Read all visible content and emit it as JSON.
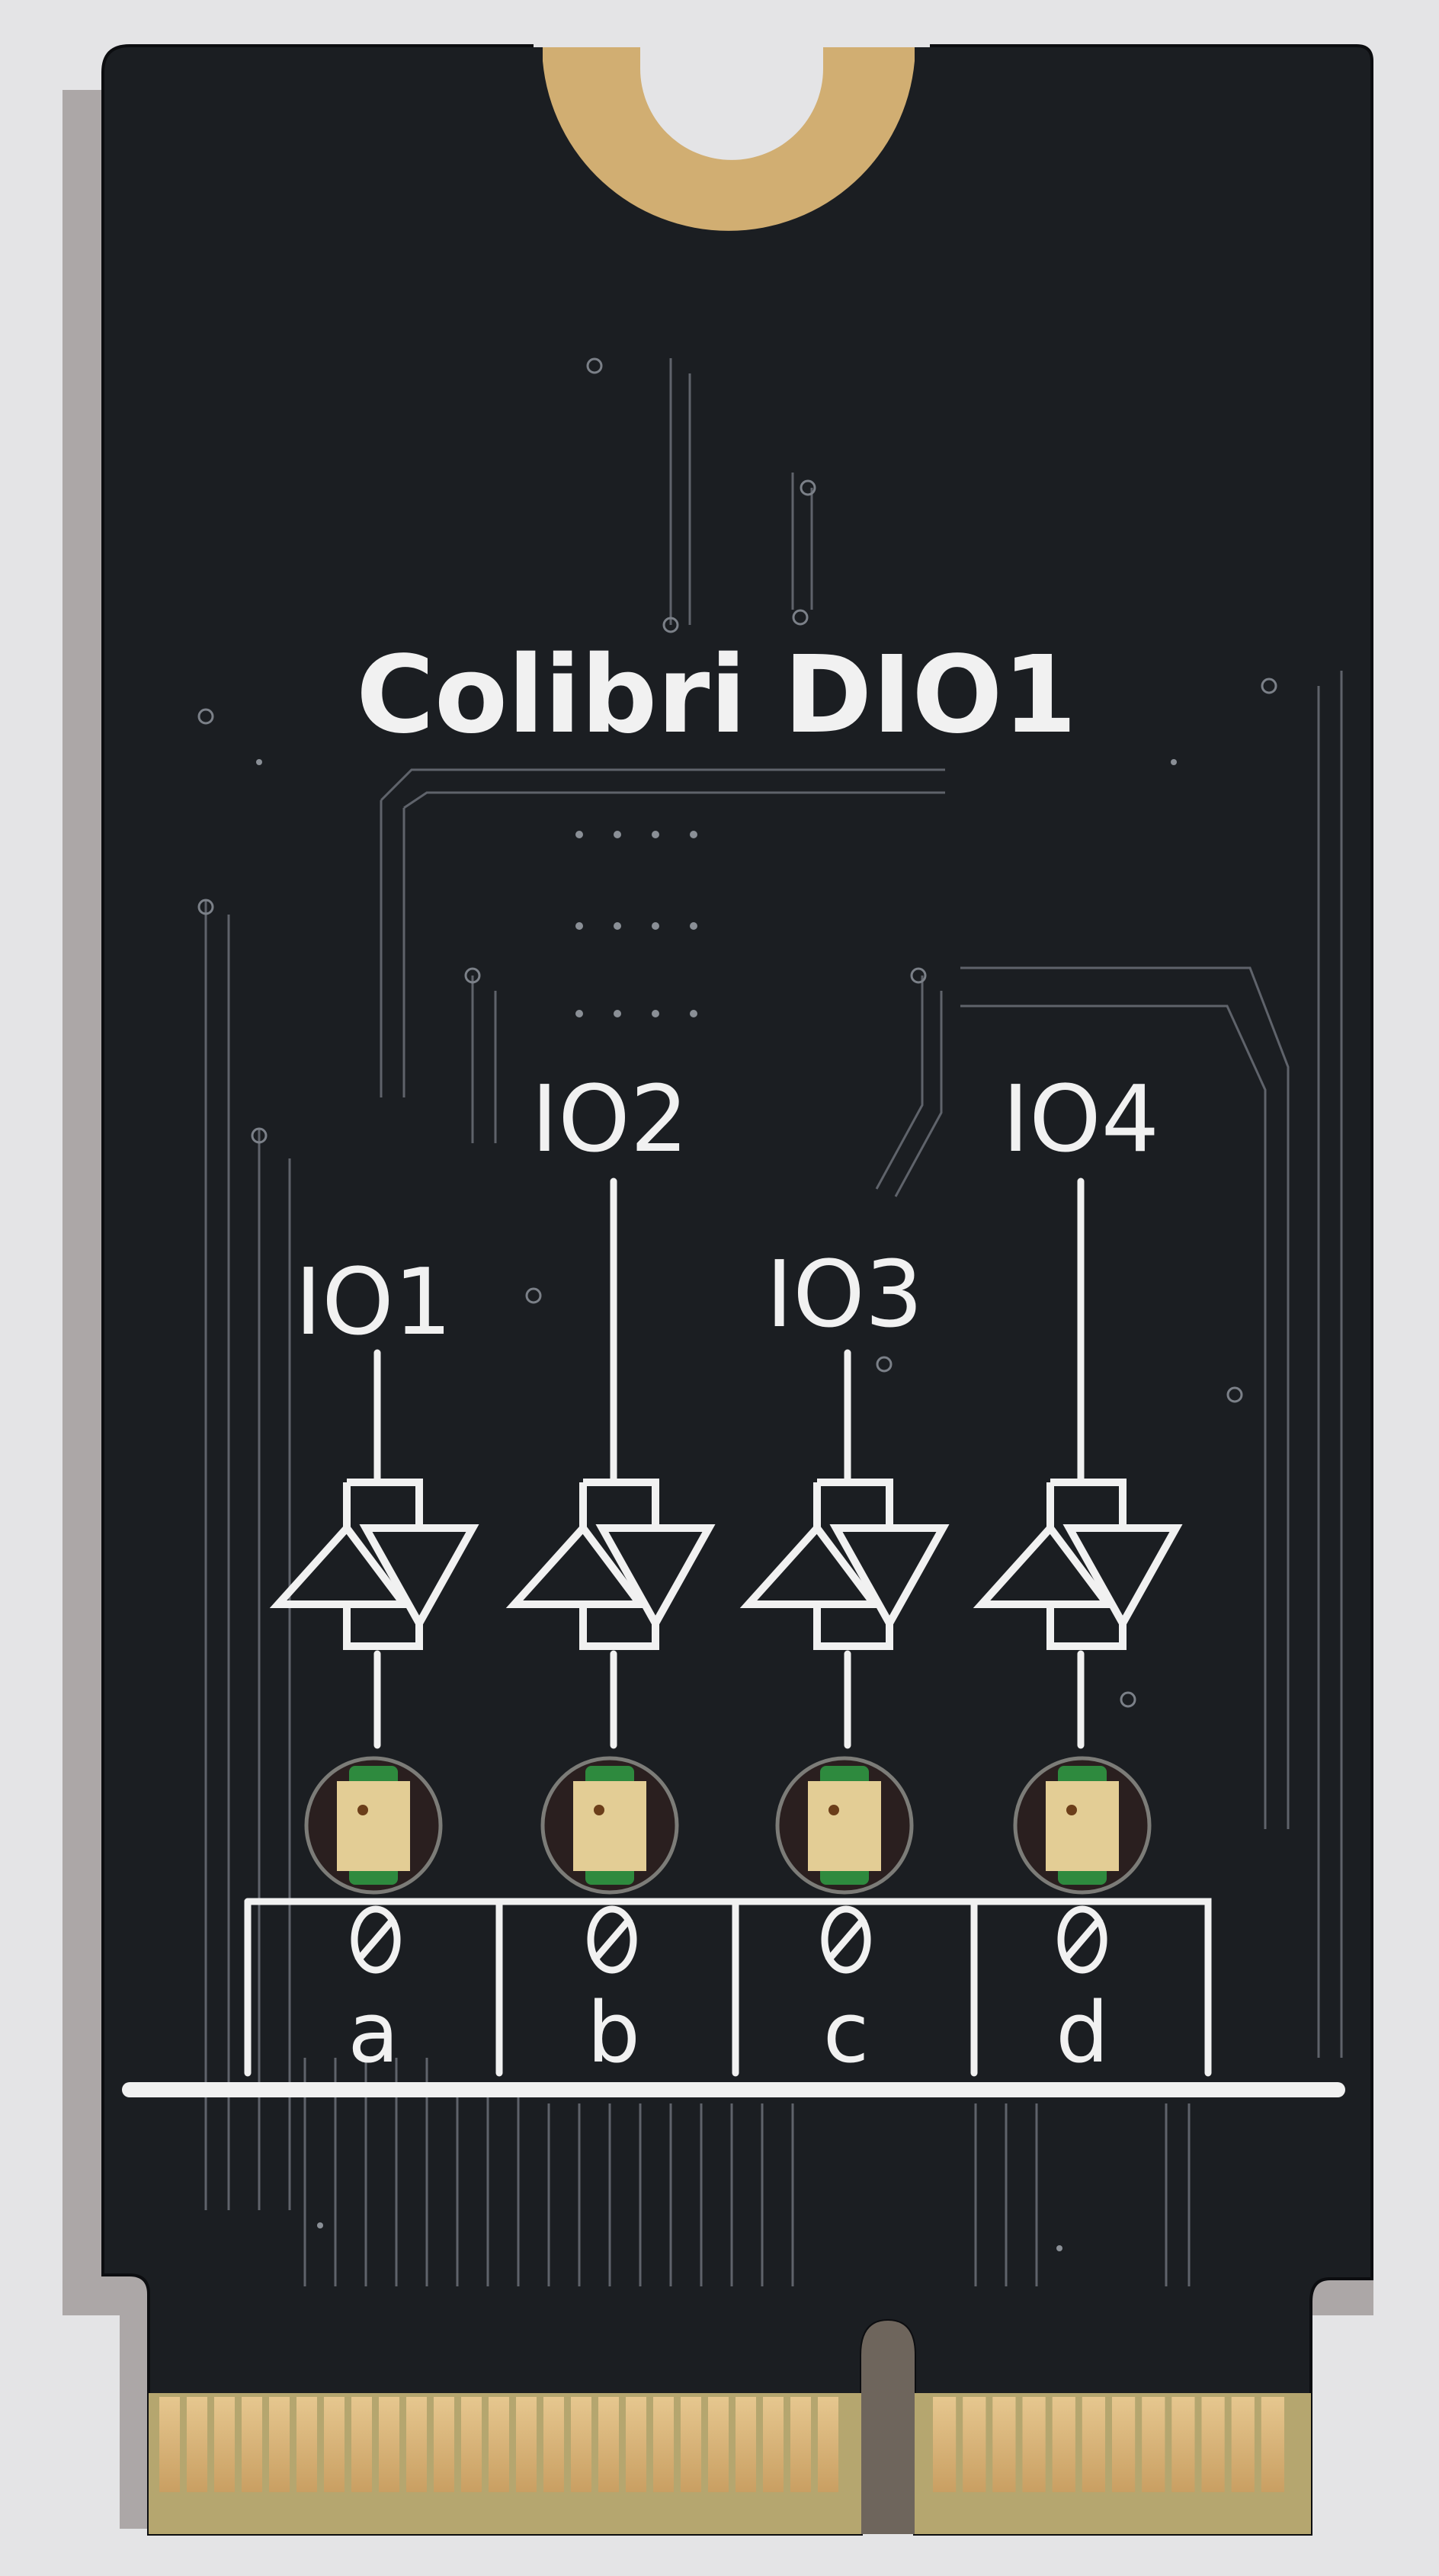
{
  "photo": {
    "subject": "M.2 PCB card (back side)",
    "background_color": "#e4e4e6",
    "board_color": "#1b1e22",
    "silkscreen_color": "#f1f1f1",
    "gold_color": "#d5b27a",
    "substrate_color": "#b5a66f"
  },
  "board": {
    "title": "Colibri DIO1",
    "io_labels": [
      "IO1",
      "IO2",
      "IO3",
      "IO4"
    ],
    "channel_labels": [
      "a",
      "b",
      "c",
      "d"
    ],
    "components": {
      "diode_pairs": 4,
      "leds": 4,
      "led_body_color": "#e3cd95",
      "led_lens_color": "#2e8a3e"
    },
    "edge_connector": {
      "left_fingers": 25,
      "right_fingers": 12
    }
  }
}
